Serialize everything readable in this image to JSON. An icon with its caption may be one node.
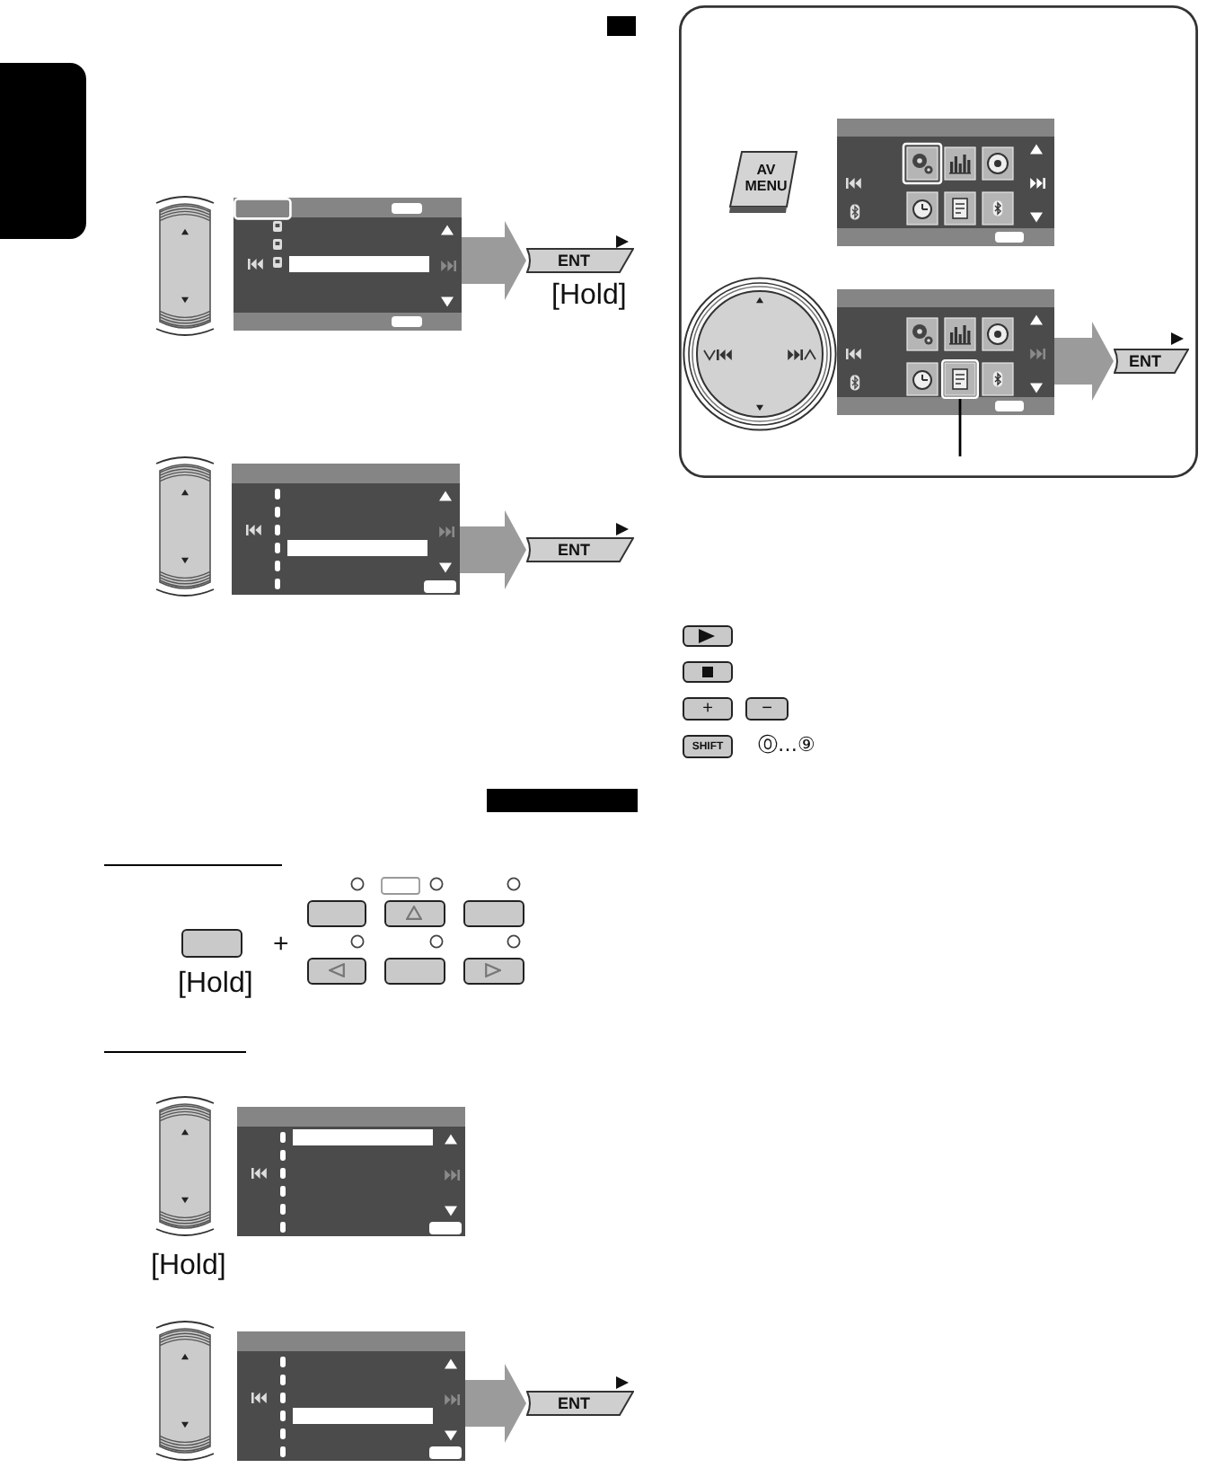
{
  "diagram": {
    "nodes": [
      {
        "text": [],
        "shape": "box"
      },
      {
        "text": [],
        "shape": "picture"
      },
      {
        "text": [
          "ENT"
        ],
        "beside": [
          "[Hold]"
        ]
      },
      {
        "text": [],
        "shape": "picture"
      },
      {
        "text": [
          "ENT"
        ]
      },
      {
        "text": [],
        "shape": "box"
      },
      {
        "text": [],
        "shape": "box"
      },
      {
        "text": [],
        "shape": "box"
      },
      {
        "text": [],
        "shape": "box"
      },
      {
        "text": [],
        "shape": "box"
      },
      {
        "text": [],
        "shape": "box"
      },
      {
        "text": [],
        "shape": "box"
      },
      {
        "text": [],
        "shape": "picture"
      },
      {
        "text": [],
        "shape": "picture"
      },
      {
        "text": [
          "ENT"
        ]
      },
      {
        "text": [],
        "shape": "box"
      },
      {
        "text": [
          "AV MENU"
        ],
        "in": 15
      },
      {
        "text": [],
        "shape": "picture",
        "in": 15
      },
      {
        "text": [],
        "shape": "picture",
        "in": 15
      },
      {
        "text": [],
        "shape": "picture",
        "in": 18
      },
      {
        "text": [
          "ENT"
        ],
        "in": 15
      },
      {
        "text": [],
        "shape": "box"
      },
      {
        "text": [],
        "shape": "box"
      },
      {
        "text": [
          "+"
        ]
      },
      {
        "text": [
          "−"
        ]
      },
      {
        "text": [
          "SHIFT"
        ]
      }
    ],
    "edges": [
      {
        "from": 1,
        "to": 2,
        "arrow": "to"
      },
      {
        "from": 3,
        "to": 4,
        "arrow": "to"
      },
      {
        "from": 13,
        "to": 14,
        "arrow": "to"
      },
      {
        "from": 18,
        "to": 20,
        "arrow": "to"
      },
      {
        "from": null,
        "to": 19,
        "arrow": "none",
        "color": "#000000"
      }
    ],
    "labels": [
      "+",
      "[Hold]",
      "[Hold]",
      "⓪…⑨"
    ]
  }
}
